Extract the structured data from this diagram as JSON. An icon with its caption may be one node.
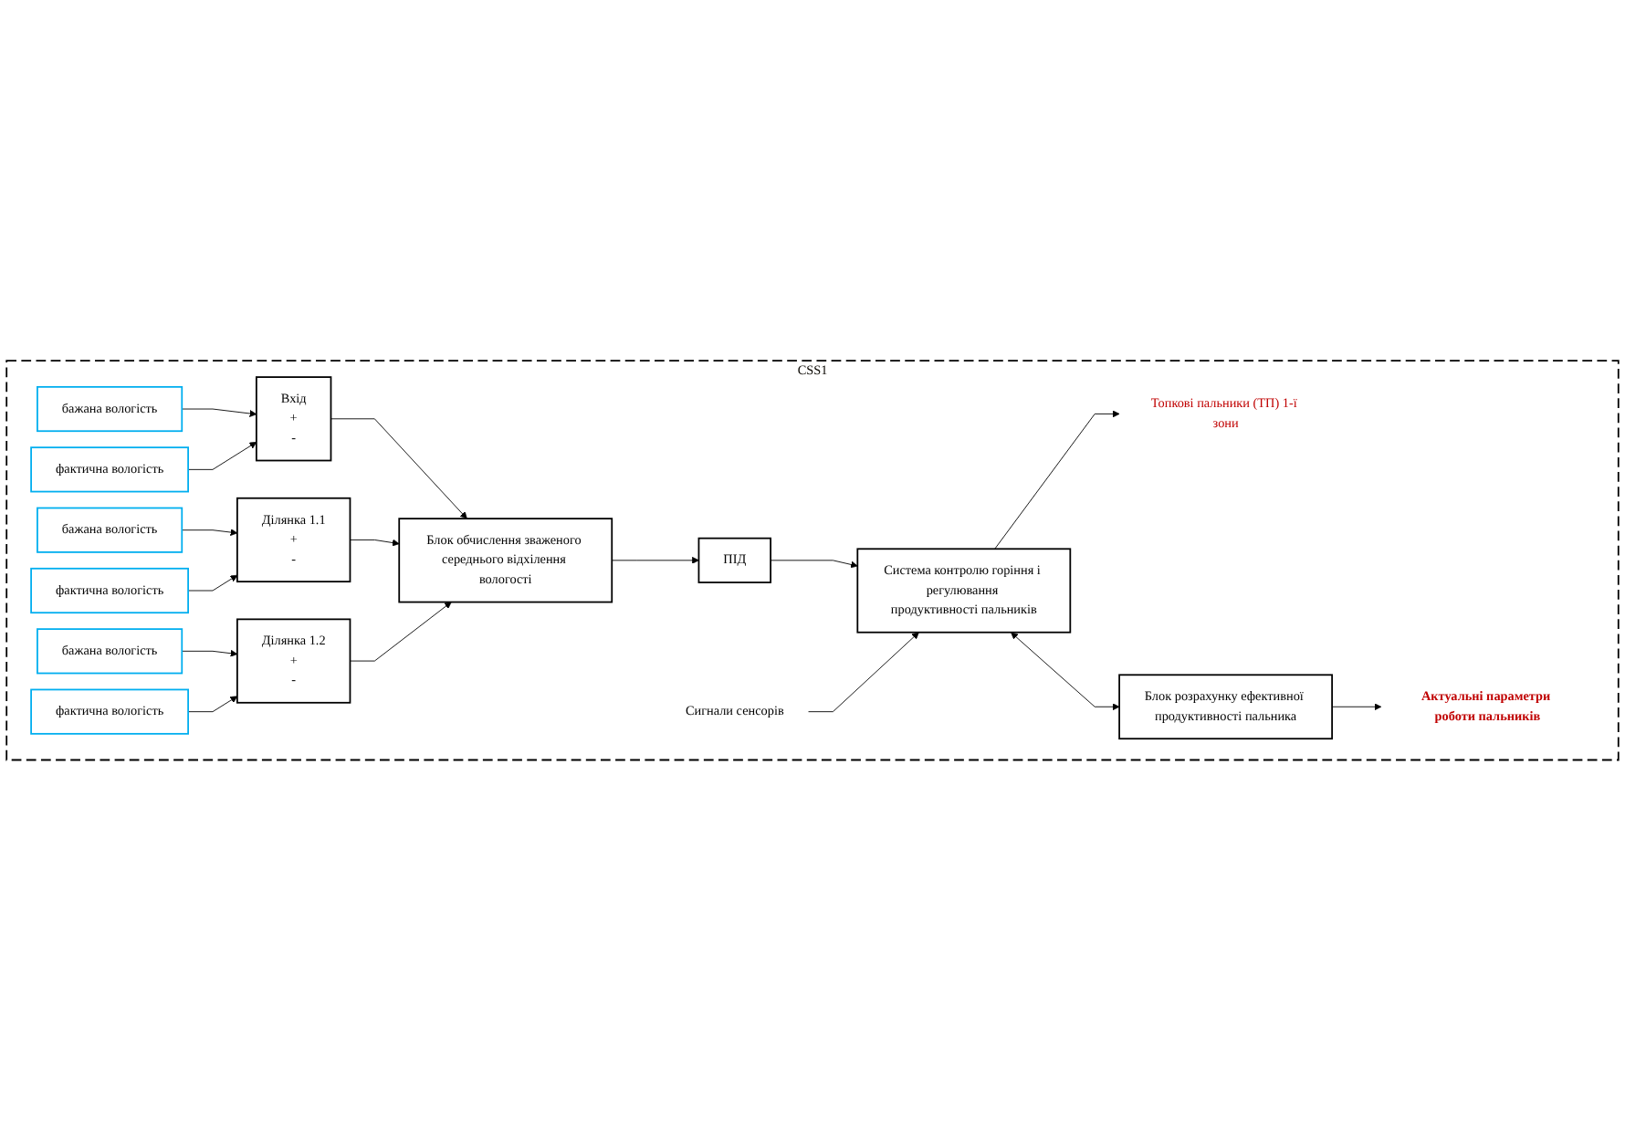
{
  "diagram": {
    "nodes": [
      {
        "text": [
          "CSS1"
        ]
      },
      {
        "text": [
          "бажана вологість"
        ],
        "in": 0
      },
      {
        "text": [
          "фактична вологість"
        ],
        "in": 0
      },
      {
        "text": [
          "Вхід",
          "+",
          "-"
        ],
        "in": 0
      },
      {
        "text": [
          "бажана вологість"
        ],
        "in": 0
      },
      {
        "text": [
          "фактична вологість"
        ],
        "in": 0
      },
      {
        "text": [
          "Ділянка 1.1",
          "+",
          "-"
        ],
        "in": 0
      },
      {
        "text": [
          "бажана вологість"
        ],
        "in": 0
      },
      {
        "text": [
          "фактична вологість"
        ],
        "in": 0
      },
      {
        "text": [
          "Ділянка 1.2",
          "+",
          "-"
        ],
        "in": 0
      },
      {
        "text": [
          "Блок обчислення зваженого середнього відхілення вологості"
        ],
        "in": 0
      },
      {
        "text": [
          "ПІД"
        ],
        "in": 0
      },
      {
        "text": [
          "Сигнали сенсорів"
        ],
        "in": 0
      },
      {
        "text": [
          "Система контролю горіння і регулювання продуктивності пальників"
        ],
        "in": 0
      },
      {
        "text": [
          "Топкові пальники (ТП) 1-ї зони"
        ],
        "in": 0
      },
      {
        "text": [
          "Блок розрахунку ефективної продуктивності пальника"
        ],
        "in": 0
      },
      {
        "text": [
          "Актуальні параметри роботи пальників"
        ],
        "in": 0
      }
    ],
    "edges": [
      {
        "from": 1,
        "to": 3,
        "arrow": "to"
      },
      {
        "from": 2,
        "to": 3,
        "arrow": "to"
      },
      {
        "from": 4,
        "to": 6,
        "arrow": "to"
      },
      {
        "from": 5,
        "to": 6,
        "arrow": "to"
      },
      {
        "from": 7,
        "to": 9,
        "arrow": "to"
      },
      {
        "from": 8,
        "to": 9,
        "arrow": "to"
      },
      {
        "from": 3,
        "to": 10,
        "arrow": "to"
      },
      {
        "from": 6,
        "to": 10,
        "arrow": "to"
      },
      {
        "from": 9,
        "to": 10,
        "arrow": "to"
      },
      {
        "from": 10,
        "to": 11,
        "arrow": "to"
      },
      {
        "from": 11,
        "to": 13,
        "arrow": "to"
      },
      {
        "from": 12,
        "to": 13,
        "arrow": "to"
      },
      {
        "from": 13,
        "to": 14,
        "arrow": "to"
      },
      {
        "from": 13,
        "to": 15,
        "arrow": "both"
      },
      {
        "from": 15,
        "to": 16,
        "arrow": "to"
      }
    ]
  }
}
